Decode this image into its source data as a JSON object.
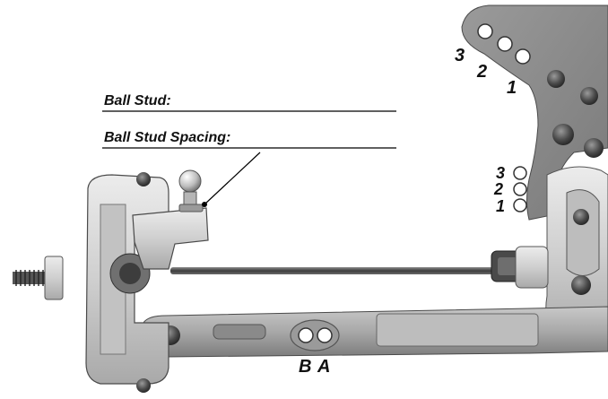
{
  "labels": {
    "ball_stud": "Ball Stud:",
    "ball_stud_spacing": "Ball Stud Spacing:"
  },
  "tower_upper_holes": [
    "3",
    "2",
    "1"
  ],
  "tower_lower_holes": [
    "3",
    "2",
    "1"
  ],
  "arm_holes": [
    "B",
    "A"
  ],
  "colors": {
    "tower": "#8d8d8d",
    "aluminum": "#d6d6d6",
    "dark": "#3a3a3a",
    "line": "#000000"
  }
}
